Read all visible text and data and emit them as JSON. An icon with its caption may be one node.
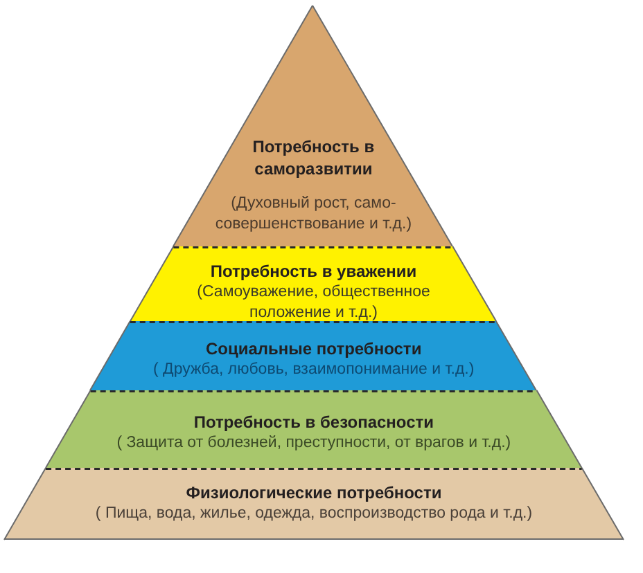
{
  "diagram": {
    "nodes": [
      {
        "text": [
          "Потребность в саморазвитии",
          "(Духовный рост, само- совершенствование и т.д.)"
        ]
      },
      {
        "text": [
          "Потребность в уважении",
          "(Самоуважение, общественное положение и т.д.)"
        ]
      },
      {
        "text": [
          "Социальные потребности",
          "( Дружба, любовь, взаимопонимание и т.д.)"
        ]
      },
      {
        "text": [
          "Потребность в безопасности",
          "( Защита от болезней, преступности, от врагов и т.д.)"
        ]
      },
      {
        "text": [
          "Физиологические потребности",
          "( Пища, вода, жилье, одежда, воспроизводство рода и т.д.)"
        ]
      }
    ]
  }
}
